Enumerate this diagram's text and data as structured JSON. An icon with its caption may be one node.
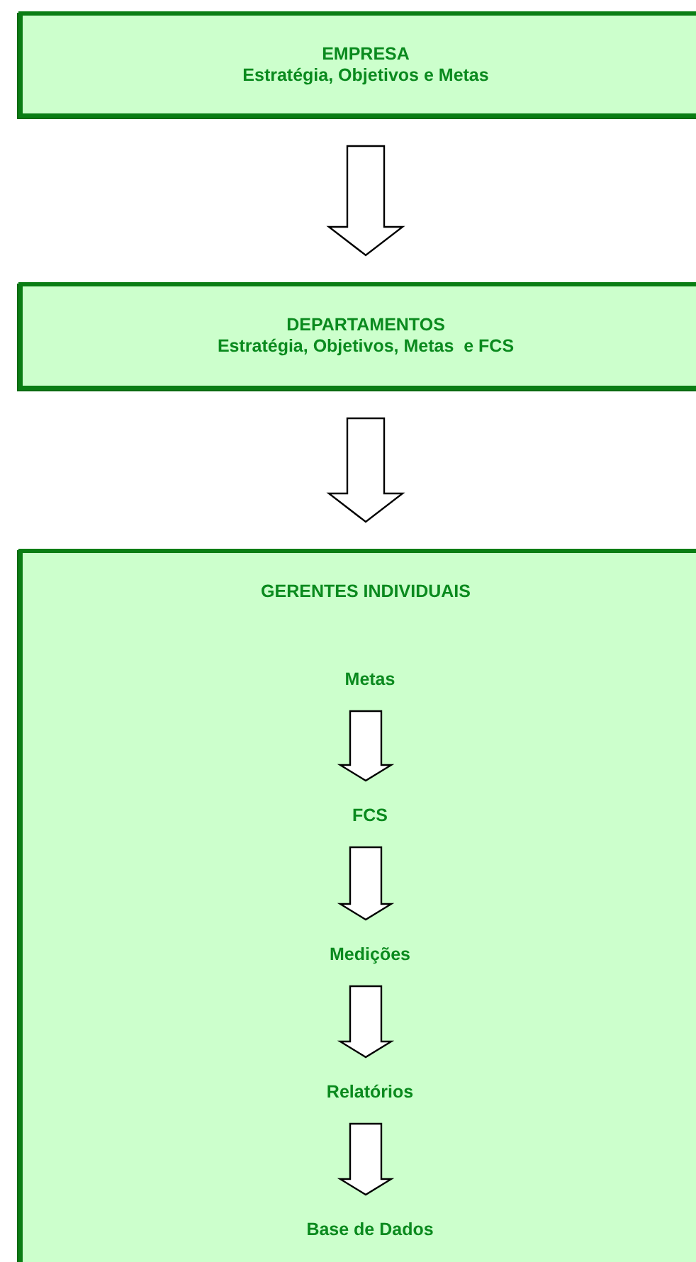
{
  "diagram": {
    "nodes": [
      {
        "text": [
          "EMPRESA",
          "Estratégia, Objetivos e Metas"
        ]
      },
      {
        "text": [
          "DEPARTAMENTOS",
          "Estratégia, Objetivos, Metas  e FCS"
        ]
      },
      {
        "text": [
          "GERENTES INDIVIDUAIS"
        ]
      },
      {
        "text": [
          "Metas"
        ],
        "in": 2
      },
      {
        "text": [
          "FCS"
        ],
        "in": 2
      },
      {
        "text": [
          "Medições"
        ],
        "in": 2
      },
      {
        "text": [
          "Relatórios"
        ],
        "in": 2
      },
      {
        "text": [
          "Base de Dados"
        ],
        "in": 2
      }
    ],
    "edges": [
      {
        "from": 0,
        "to": 1,
        "arrow": "to"
      },
      {
        "from": 1,
        "to": 2,
        "arrow": "to"
      },
      {
        "from": 3,
        "to": 4,
        "arrow": "to"
      },
      {
        "from": 4,
        "to": 5,
        "arrow": "to"
      },
      {
        "from": 5,
        "to": 6,
        "arrow": "to"
      },
      {
        "from": 6,
        "to": 7,
        "arrow": "to"
      }
    ]
  }
}
